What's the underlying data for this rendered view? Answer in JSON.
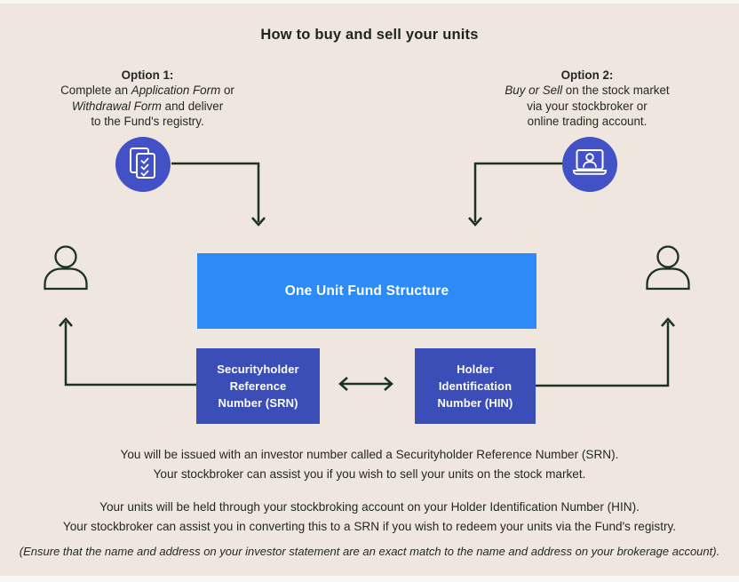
{
  "title": "How to buy and sell your units",
  "options": {
    "option1": {
      "heading": "Option 1:",
      "lines": [
        [
          {
            "t": "Complete an "
          },
          {
            "t": "Application Form",
            "i": true
          },
          {
            "t": " or"
          }
        ],
        [
          {
            "t": "Withdrawal Form",
            "i": true
          },
          {
            "t": " and deliver"
          }
        ],
        [
          {
            "t": "to the Fund's registry."
          }
        ]
      ]
    },
    "option2": {
      "heading": "Option 2:",
      "lines": [
        [
          {
            "t": "Buy or Sell",
            "i": true
          },
          {
            "t": " on the stock market"
          }
        ],
        [
          {
            "t": "via your stockbroker or"
          }
        ],
        [
          {
            "t": "online trading account."
          }
        ]
      ]
    }
  },
  "icons": {
    "option1_icon": "checklist-documents-icon",
    "option2_icon": "laptop-user-icon",
    "left_person": "investor-person-icon",
    "right_person": "investor-person-icon"
  },
  "boxes": {
    "fund": {
      "label": "One Unit Fund Structure",
      "color": "#2d8bf8"
    },
    "srn": {
      "lines": [
        "Securityholder",
        "Reference",
        "Number (SRN)"
      ],
      "color": "#3b4eb7"
    },
    "hin": {
      "lines": [
        "Holder",
        "Identification",
        "Number (HIN)"
      ],
      "color": "#3b4eb7"
    }
  },
  "paragraphs": {
    "para1": {
      "lines": [
        "You will be issued with an investor number called a Securityholder Reference Number (SRN).",
        "Your stockbroker can assist you if you wish to sell your units on the stock market."
      ]
    },
    "para2": {
      "lines": [
        "Your units will be held through your stockbroking account on your Holder Identification Number (HIN).",
        "Your stockbroker can assist you in converting this to a SRN if you wish to redeem your units via the Fund's registry."
      ]
    }
  },
  "footnote": "(Ensure that the name and address on your investor statement are an exact match to the name and address on your brokerage account).",
  "colors": {
    "page_background": "#faf6f2",
    "panel_background": "#efe6e0",
    "fund_box_blue": "#2d8bf8",
    "number_box_indigo": "#3b4eb7",
    "icon_circle_indigo": "#4252c6",
    "arrow_dark_green": "#1b3322",
    "text_dark": "#242823",
    "box_text_white": "#fdfdfd"
  }
}
